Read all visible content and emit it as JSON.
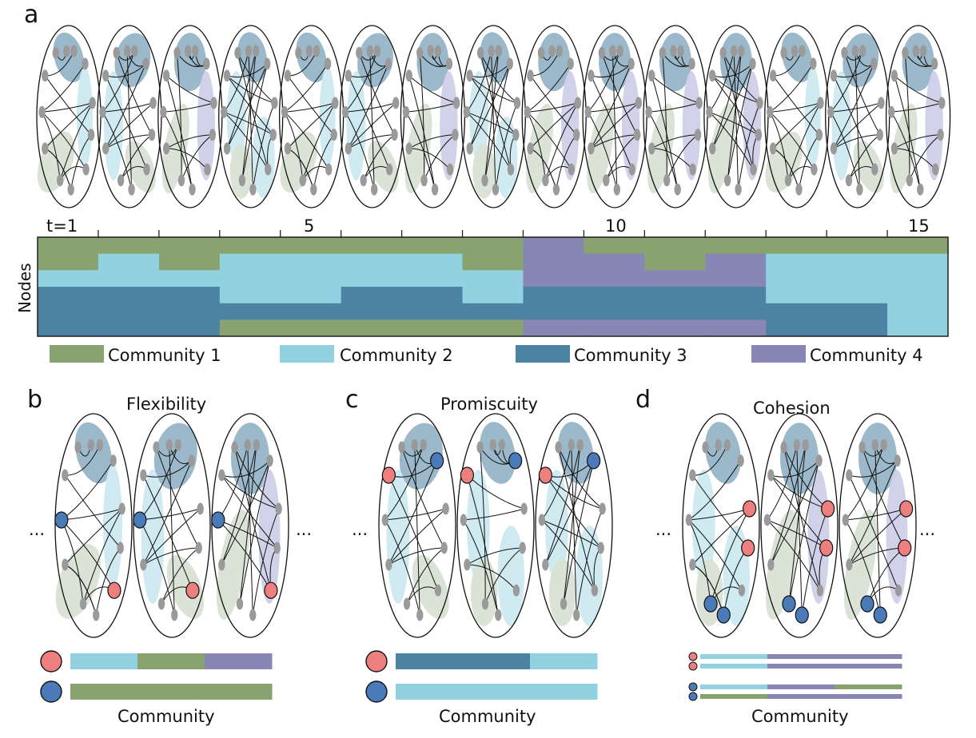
{
  "colors": {
    "community1": "#88a36f",
    "community2": "#92d2e0",
    "community3": "#4c83a2",
    "community4": "#8786b5",
    "highlight_red": "#ee7f7f",
    "highlight_blue": "#4a7ab8",
    "node_gray": "#9a9a9a",
    "region_green": "#d8e2d3",
    "region_lightblue": "#cde9f1",
    "region_darkblue": "#96b5c7",
    "region_purple": "#cfcfe8"
  },
  "panel_a": {
    "letter": "a",
    "time_labels": [
      "t=1",
      "5",
      "10",
      "15"
    ],
    "y_axis_label": "Nodes",
    "legend": [
      {
        "label": "Community 1",
        "color_key": "community1"
      },
      {
        "label": "Community 2",
        "color_key": "community2"
      },
      {
        "label": "Community 3",
        "color_key": "community3"
      },
      {
        "label": "Community 4",
        "color_key": "community4"
      }
    ],
    "timesteps": 15,
    "node_communities": [
      [
        1,
        1,
        1,
        1,
        1,
        1,
        1,
        1,
        4,
        1,
        1,
        1,
        1,
        1,
        1
      ],
      [
        1,
        2,
        1,
        2,
        2,
        2,
        2,
        1,
        4,
        4,
        1,
        4,
        2,
        2,
        2
      ],
      [
        2,
        2,
        2,
        2,
        2,
        2,
        2,
        2,
        4,
        4,
        4,
        4,
        2,
        2,
        2
      ],
      [
        3,
        3,
        3,
        2,
        2,
        3,
        3,
        2,
        3,
        3,
        3,
        3,
        2,
        2,
        2
      ],
      [
        3,
        3,
        3,
        3,
        3,
        3,
        3,
        3,
        3,
        3,
        3,
        3,
        3,
        3,
        2
      ],
      [
        3,
        3,
        3,
        1,
        1,
        1,
        1,
        1,
        4,
        4,
        4,
        4,
        3,
        3,
        2
      ]
    ]
  },
  "panel_b": {
    "letter": "b",
    "title": "Flexibility",
    "ellipsis": "...",
    "bottom_label": "Community",
    "bars": [
      {
        "node": "red",
        "segments": [
          "community2",
          "community1",
          "community4"
        ]
      },
      {
        "node": "blue",
        "segments": [
          "community1",
          "community1",
          "community1"
        ]
      }
    ]
  },
  "panel_c": {
    "letter": "c",
    "title": "Promiscuity",
    "ellipsis": "...",
    "bottom_label": "Community",
    "bars": [
      {
        "node": "red",
        "segments": [
          "community3",
          "community3",
          "community2"
        ]
      },
      {
        "node": "blue",
        "segments": [
          "community2",
          "community2",
          "community2"
        ]
      }
    ]
  },
  "panel_d": {
    "letter": "d",
    "title": "Cohesion",
    "ellipsis": "...",
    "bottom_label": "Community",
    "pairs": [
      {
        "nodes": [
          "red",
          "red"
        ],
        "lines": [
          [
            "community2",
            "community4",
            "community4"
          ],
          [
            "community2",
            "community4",
            "community4"
          ]
        ]
      },
      {
        "nodes": [
          "blue",
          "blue"
        ],
        "lines": [
          [
            "community2",
            "community4",
            "community1"
          ],
          [
            "community1",
            "community4",
            "community4"
          ]
        ]
      }
    ]
  }
}
